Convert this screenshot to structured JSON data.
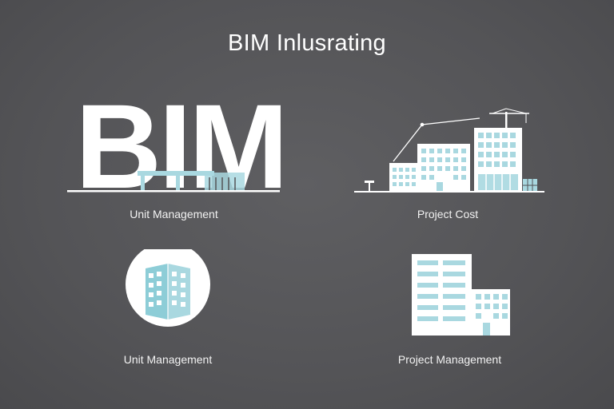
{
  "page": {
    "title": "BIM Inlusrating"
  },
  "tiles": [
    {
      "logo_text": "BIM",
      "caption": "Unit Management",
      "icon": "bim-logo-icon"
    },
    {
      "caption": "Project Cost",
      "icon": "construction-skyline-icon"
    },
    {
      "caption": "Unit Management",
      "icon": "building-circle-icon"
    },
    {
      "caption": "Project Management",
      "icon": "office-buildings-icon"
    }
  ],
  "colors": {
    "background": "#545457",
    "foreground": "#ffffff",
    "accent": "#a9d8e0"
  }
}
